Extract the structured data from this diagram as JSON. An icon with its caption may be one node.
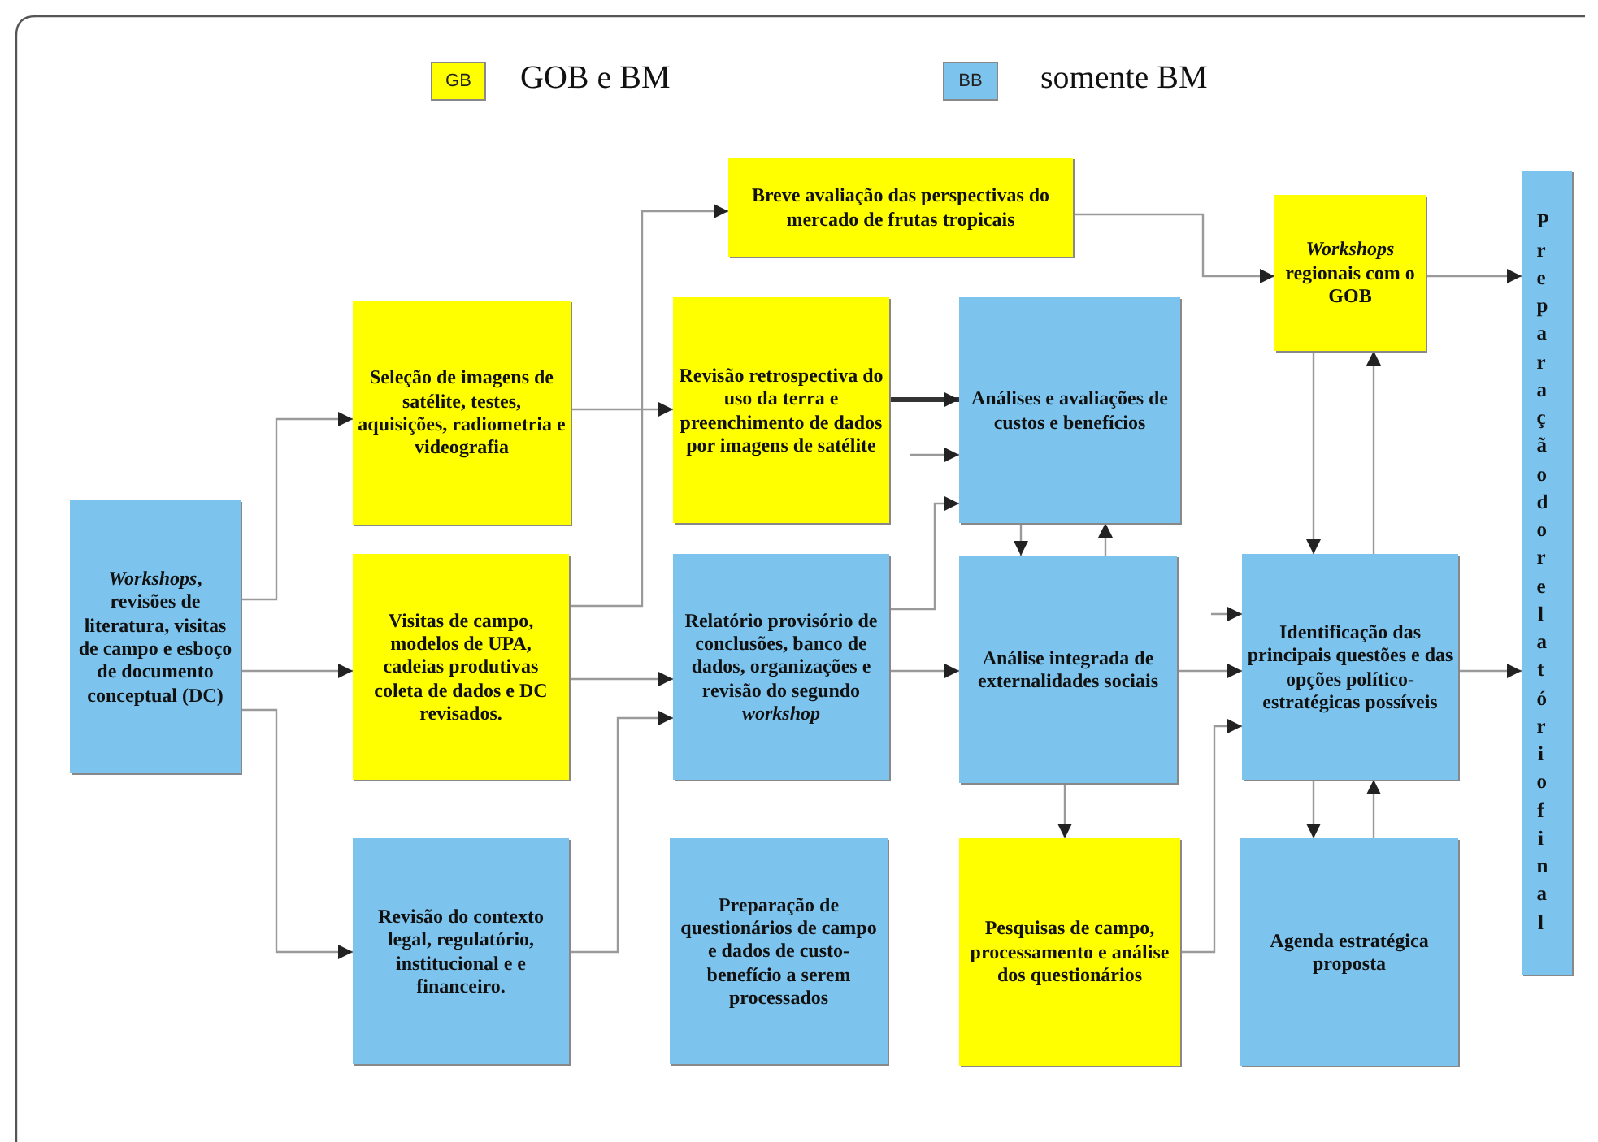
{
  "diagram": {
    "nodes": [
      {
        "text": [
          "*Workshops*, revisões de literatura, visitas de campo e esboço de documento conceptual (DC)"
        ]
      },
      {
        "text": [
          "Seleção de imagens de satélite, testes, aquisições, radiometria e videografia"
        ]
      },
      {
        "text": [
          "Visitas de campo, modelos de UPA, cadeias produtivas coleta de dados e DC revisados."
        ]
      },
      {
        "text": [
          "Revisão do contexto legal, regulatório, institucional e e financeiro."
        ]
      },
      {
        "text": [
          "Breve avaliação das perspectivas do mercado de frutas tropicais"
        ]
      },
      {
        "text": [
          "Revisão retrospectiva do uso da terra e preenchimento de dados por imagens de satélite"
        ]
      },
      {
        "text": [
          "Relatório provisório de conclusões, banco de dados, organizações e revisão do segundo *workshop*"
        ]
      },
      {
        "text": [
          "Preparação de questionários de campo e dados de custo-benefício a serem processados"
        ]
      },
      {
        "text": [
          "Análises e avaliações de custos e benefícios"
        ]
      },
      {
        "text": [
          "Análise integrada de externalidades sociais"
        ]
      },
      {
        "text": [
          "Pesquisas de campo, processamento e análise dos questionários"
        ]
      },
      {
        "text": [
          "*Workshops* regionais com o GOB"
        ]
      },
      {
        "text": [
          "Identificação das principais questões e das opções político-estratégicas possíveis"
        ]
      },
      {
        "text": [
          "Agenda estratégica proposta"
        ]
      },
      {
        "text": [
          "Preparação do relatório final"
        ]
      }
    ],
    "edges": [
      {
        "from": 0,
        "to": 1,
        "arrow": "to"
      },
      {
        "from": 0,
        "to": 2,
        "arrow": "to"
      },
      {
        "from": 0,
        "to": 3,
        "arrow": "to"
      },
      {
        "from": 1,
        "to": 5,
        "arrow": "to"
      },
      {
        "from": 2,
        "to": 4,
        "arrow": "to"
      },
      {
        "from": 2,
        "to": 6,
        "arrow": "to"
      },
      {
        "from": 3,
        "to": 6,
        "arrow": "to"
      },
      {
        "from": 5,
        "to": 8,
        "arrow": "to",
        "style": "thick",
        "color": "#333333"
      },
      {
        "from": null,
        "to": 8,
        "arrow": "to"
      },
      {
        "from": 6,
        "to": 8,
        "arrow": "to"
      },
      {
        "from": 8,
        "to": 9,
        "arrow": "to"
      },
      {
        "from": 9,
        "to": 8,
        "arrow": "to"
      },
      {
        "from": 9,
        "to": 10,
        "arrow": "to"
      },
      {
        "from": 6,
        "to": 9,
        "arrow": "to"
      },
      {
        "from": 4,
        "to": 11,
        "arrow": "to"
      },
      {
        "from": 11,
        "to": 14,
        "arrow": "to"
      },
      {
        "from": 11,
        "to": 12,
        "arrow": "to"
      },
      {
        "from": 12,
        "to": 11,
        "arrow": "to"
      },
      {
        "from": null,
        "to": 12,
        "arrow": "to"
      },
      {
        "from": 9,
        "to": 12,
        "arrow": "to"
      },
      {
        "from": 10,
        "to": 12,
        "arrow": "to"
      },
      {
        "from": 12,
        "to": 13,
        "arrow": "to"
      },
      {
        "from": 13,
        "to": 12,
        "arrow": "to"
      },
      {
        "from": 12,
        "to": 14,
        "arrow": "to"
      }
    ],
    "labels": [
      "GB",
      "BB"
    ],
    "legend": [
      {
        "text": "GOB e BM",
        "color": "#ffff00"
      },
      {
        "text": "somente BM",
        "color": "#7cc4ee"
      }
    ]
  }
}
